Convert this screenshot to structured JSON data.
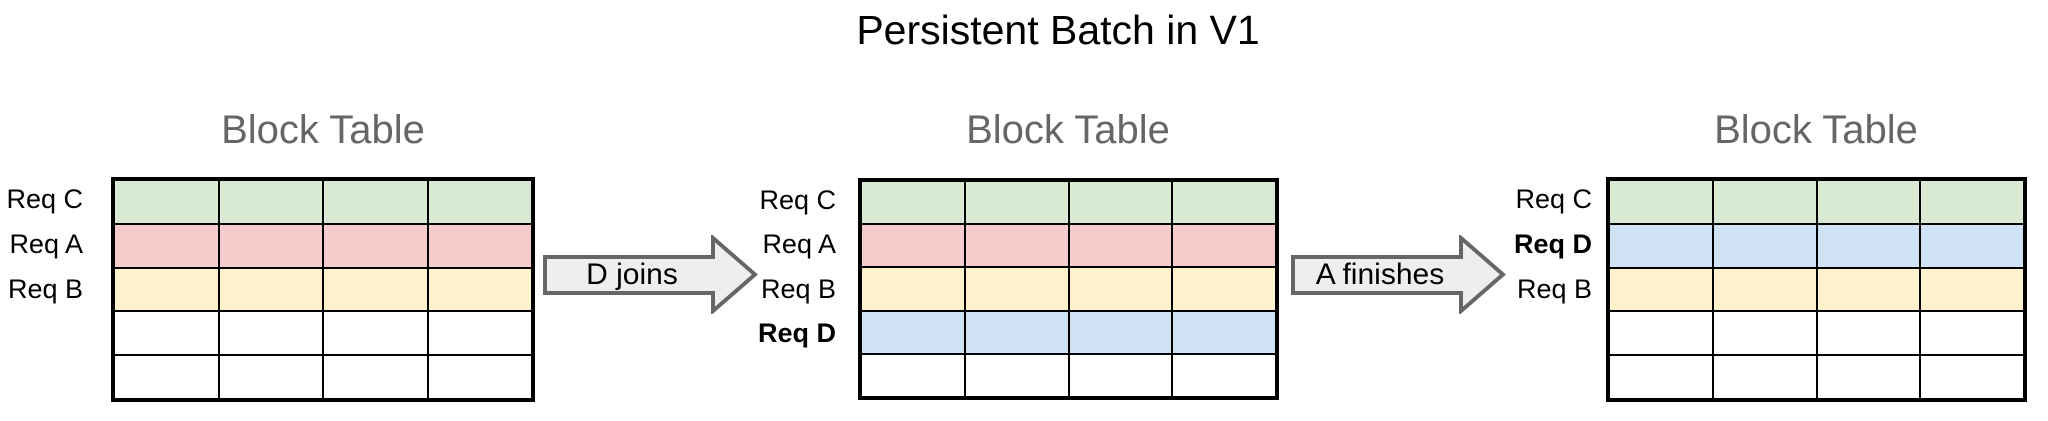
{
  "title": "Persistent Batch in V1",
  "colors": {
    "green": "#d9ead3",
    "red": "#f4cccc",
    "yellow": "#fff2cc",
    "blue": "#cfe2f3",
    "white": "#ffffff",
    "arrow_fill": "#eeeeee",
    "arrow_border": "#666666",
    "heading_gray": "#666666",
    "cell_border": "#000000"
  },
  "tables": [
    {
      "heading": "Block Table",
      "columns": 4,
      "rows": [
        {
          "label": "Req C",
          "bold": false,
          "color": "green"
        },
        {
          "label": "Req A",
          "bold": false,
          "color": "red"
        },
        {
          "label": "Req B",
          "bold": false,
          "color": "yellow"
        },
        {
          "label": "",
          "bold": false,
          "color": "white"
        },
        {
          "label": "",
          "bold": false,
          "color": "white"
        }
      ]
    },
    {
      "heading": "Block Table",
      "columns": 4,
      "rows": [
        {
          "label": "Req C",
          "bold": false,
          "color": "green"
        },
        {
          "label": "Req A",
          "bold": false,
          "color": "red"
        },
        {
          "label": "Req B",
          "bold": false,
          "color": "yellow"
        },
        {
          "label": "Req D",
          "bold": true,
          "color": "blue"
        },
        {
          "label": "",
          "bold": false,
          "color": "white"
        }
      ]
    },
    {
      "heading": "Block Table",
      "columns": 4,
      "rows": [
        {
          "label": "Req C",
          "bold": false,
          "color": "green"
        },
        {
          "label": "Req D",
          "bold": true,
          "color": "blue"
        },
        {
          "label": "Req B",
          "bold": false,
          "color": "yellow"
        },
        {
          "label": "",
          "bold": false,
          "color": "white"
        },
        {
          "label": "",
          "bold": false,
          "color": "white"
        }
      ]
    }
  ],
  "arrows": [
    {
      "label": "D joins"
    },
    {
      "label": "A finishes"
    }
  ]
}
